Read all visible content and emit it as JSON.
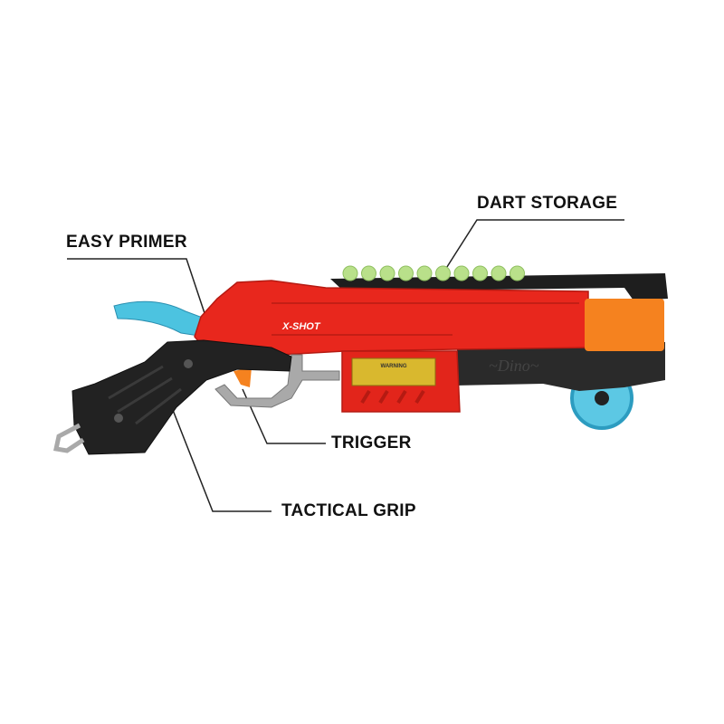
{
  "labels": {
    "easy_primer": "EASY PRIMER",
    "dart_storage": "DART STORAGE",
    "trigger": "TRIGGER",
    "tactical_grip": "TACTICAL GRIP"
  },
  "product": {
    "logo": "X-SHOT",
    "warning_plate": "WARNING",
    "dart_count": 10
  },
  "colors": {
    "body": "#e8271d",
    "rail": "#1e1e1e",
    "dart": "#b9e08a",
    "orange_tip": "#f5821f",
    "cyan_parts": "#4cc3e0",
    "gray_parts": "#a9a9a9",
    "warning_plate": "#d9b82e",
    "leader_line": "#222222"
  }
}
